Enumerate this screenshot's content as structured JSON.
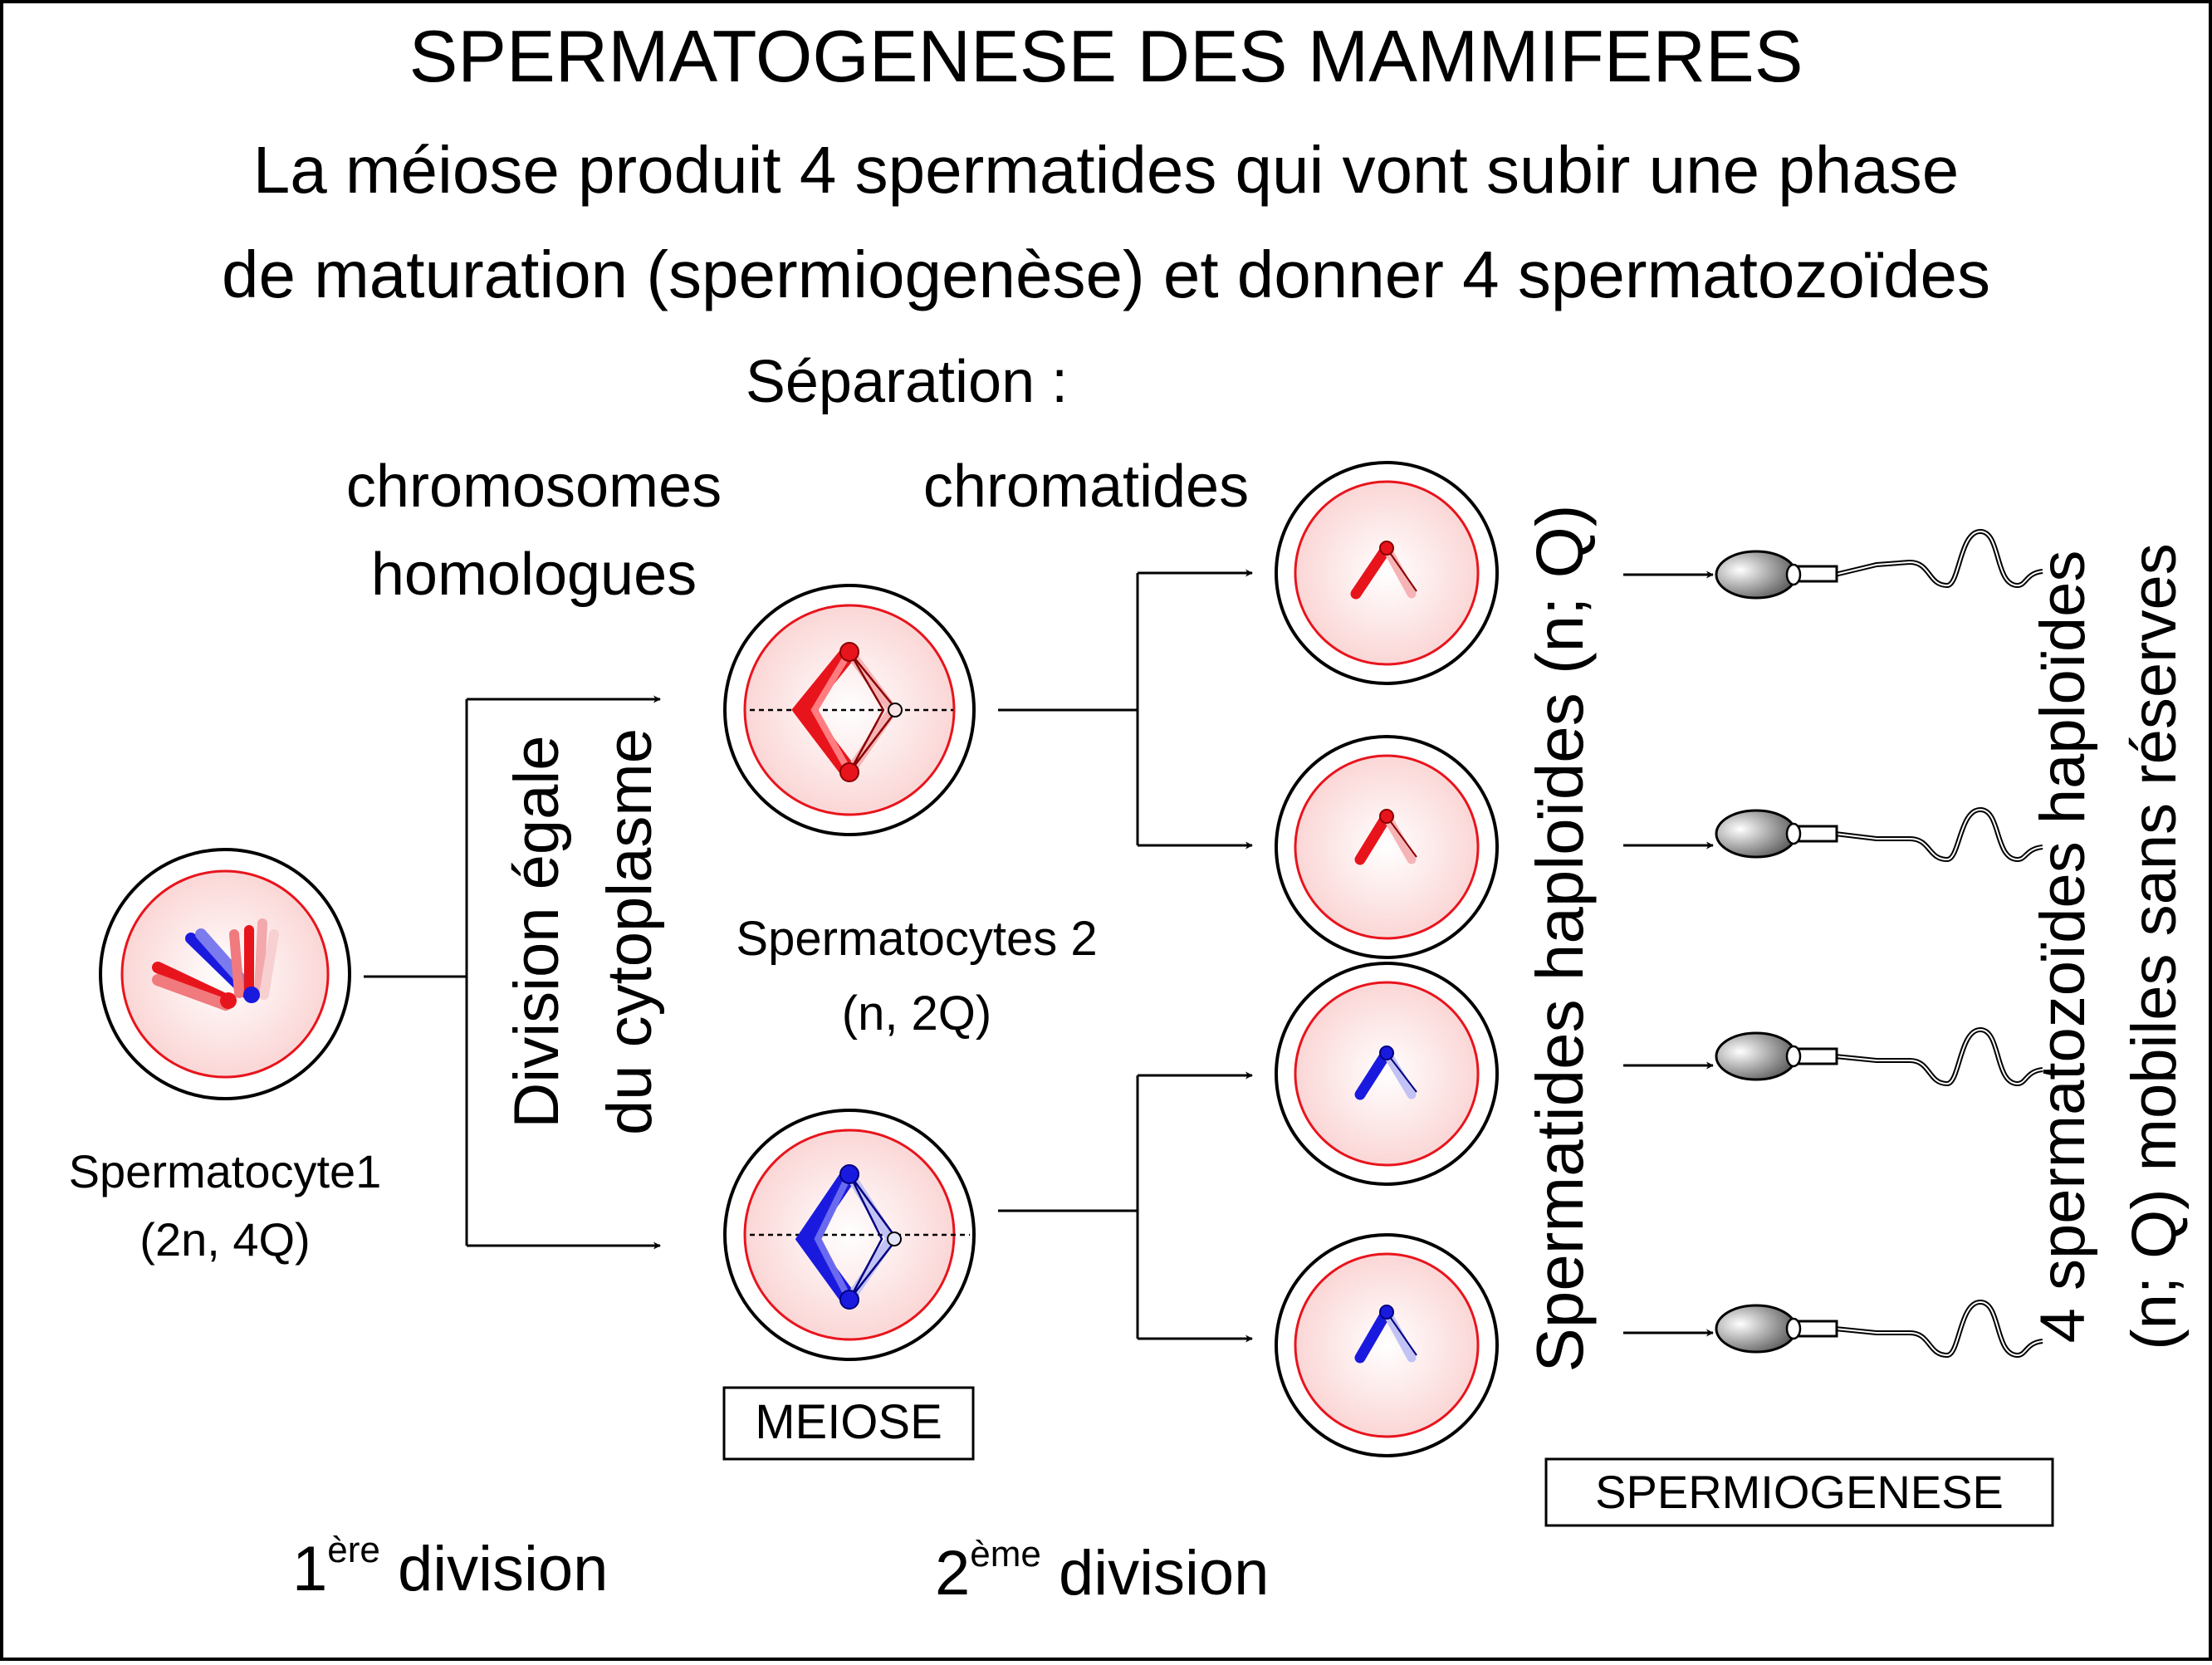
{
  "title": "SPERMATOGENESE DES MAMMIFERES",
  "subtitle_line1": "La méiose produit 4 spermatides qui vont subir une phase",
  "subtitle_line2": "de maturation (spermiogenèse) et donner 4 spermatozoïdes",
  "separation_label": "Séparation :",
  "chromosomes_label_1": "chromosomes",
  "chromosomes_label_2": "homologues",
  "chromatides_label": "chromatides",
  "division_cyto_1": "Division égale",
  "division_cyto_2": "du cytoplasme",
  "spermatocyte1_label": "Spermatocyte1",
  "spermatocyte1_ploidy": "(2n, 4Q)",
  "spermatocytes2_label": "Spermatocytes 2",
  "spermatocytes2_ploidy": "(n, 2Q)",
  "meiose_box": "MEIOSE",
  "spermiogenese_box": "SPERMIOGENESE",
  "first_division_num": "1",
  "first_division_sup": "ère",
  "first_division_word": " division",
  "second_division_num": "2",
  "second_division_sup": "ème",
  "second_division_word": " division",
  "spermatides_label": "Spermatides haploïdes  (n; Q)",
  "spermatozoides_line1": "4 spermatozoïdes haploïdes",
  "spermatozoides_line2": "(n; Q) mobiles sans réserves",
  "colors": {
    "nucleus_outline": "#e8141c",
    "paternal": "#e8141c",
    "maternal": "#1a1adf",
    "line": "#000000"
  }
}
